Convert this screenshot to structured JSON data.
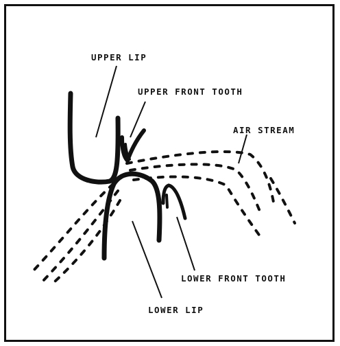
{
  "labels": {
    "upper_lip": "UPPER LIP",
    "upper_front_tooth": "UPPER FRONT TOOTH",
    "air_stream": "AIR STREAM",
    "lower_front_tooth": "LOWER FRONT TOOTH",
    "lower_lip": "LOWER LIP"
  },
  "colors": {
    "ink": "#111111",
    "background": "#ffffff"
  }
}
